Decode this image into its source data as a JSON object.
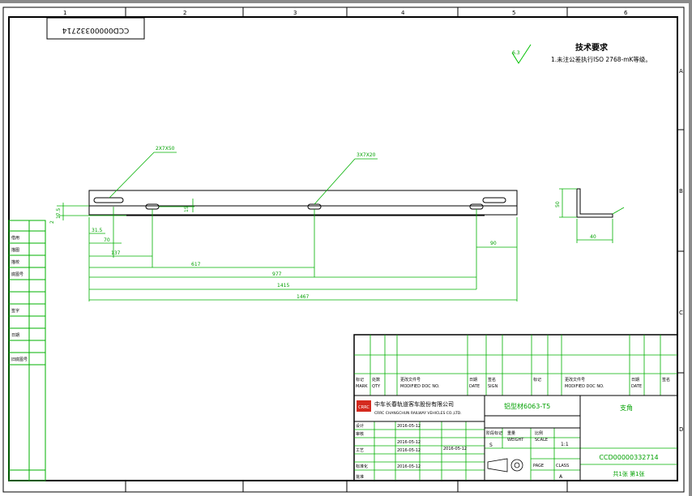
{
  "drawing": {
    "code_top": "CCD00000332714",
    "code_bottom": "CCD00000332714",
    "tech_title": "技术要求",
    "tech_note": "1.未注公差执行ISO 2768-mK等级。",
    "roughness": "6.3",
    "material": "铝型材6063-T5",
    "part_name": "支角",
    "scale_value": "1:1",
    "weight_value": "",
    "sheet_label": "共1张 第1张"
  },
  "company": {
    "name_cn": "中车长春轨道客车股份有限公司",
    "name_en": "CRRC CHANGCHUN RAILWAY VEHICLES CO.,LTD.",
    "logo_text": "CRRC"
  },
  "callouts": {
    "hole_a": "2X7X50",
    "hole_b": "3X7X20"
  },
  "dimensions": {
    "d_left_h": "17.5",
    "d_left_v": "2",
    "d_top_right": "15",
    "d_315": "31.5",
    "d_70": "70",
    "d_right_90": "90",
    "d_137": "137",
    "d_617": "617",
    "d_977": "977",
    "d_1415": "1415",
    "d_1467": "1467",
    "side_h": "50",
    "side_w": "40"
  },
  "title_block": {
    "rev_labels": [
      "标记",
      "处数",
      "更改文件号",
      "签名",
      "日期"
    ],
    "rev_en": [
      "MARK",
      "QTY",
      "MODIFIED DOC NO.",
      "SIGN",
      "DATE"
    ],
    "role_labels": [
      "设计",
      "审核",
      "工艺",
      "标准化",
      "批准"
    ],
    "role_dates": [
      "2016-05-12",
      "2016-05-12",
      "2016-05-12",
      "2016-05-12",
      "2016-05-12"
    ],
    "stage_label": "阶段标记",
    "weight_label": "重量",
    "scale_label": "比例",
    "weight_en": "WEIGHT",
    "scale_en": "SCALE",
    "page_label": "PAGE",
    "class_label": "CLASS",
    "stage_value": "S",
    "class_value": "A"
  },
  "left_strip": {
    "labels": [
      "借用",
      "描图",
      "描校",
      "底图号",
      "签字",
      "日期",
      "旧底图号"
    ]
  },
  "grid": {
    "cols": [
      "1",
      "2",
      "3",
      "4",
      "5",
      "6"
    ],
    "rows": [
      "A",
      "B",
      "C",
      "D"
    ]
  }
}
